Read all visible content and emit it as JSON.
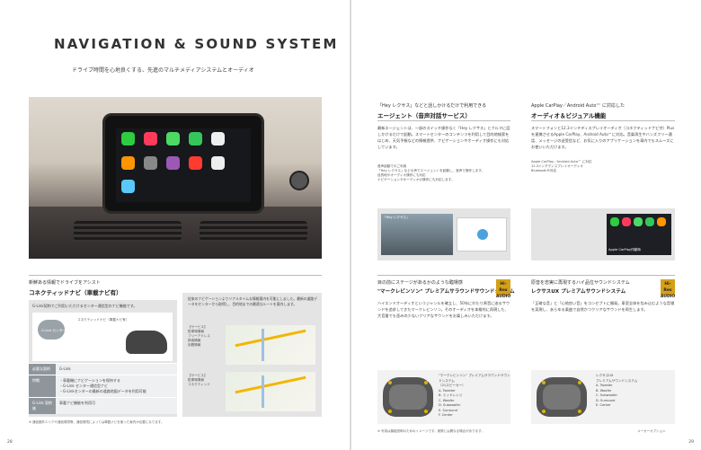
{
  "left_page": {
    "title": "NAVIGATION & SOUND SYSTEM",
    "subtitle": "ドライブ時間を心地良くする、先進のマルチメディアシステムとオーディオ",
    "nav_section": {
      "head": "新鮮ある情報でドライブをアシスト",
      "title": "コネクティッドナビ（車載ナビ有）",
      "lead": "G-Link契約でご利用いただけるセンター通信型のナビ機能です。",
      "diagram_label_1": "コネクティッドナビ（車載ナビ有）",
      "diagram_label_2": "G-Link センター",
      "table": [
        {
          "h": "必要な契約",
          "v": "G-Link"
        },
        {
          "h": "特徴",
          "v": "・車載機にナビゲーションを保持する\n・G-Link センター通信型ナビ\n・G-Linkセンターの最新の道路地図データを利用可能"
        },
        {
          "h": "G-Link 契約後",
          "v": "車載ナビ機能を利用可"
        }
      ],
      "desc": "従来のナビゲーションよりリアルタイムな情報案内を可能にしました。最新の道路データをセンターから取得し、目的地までの最適なルートを案内します。",
      "panel_1": {
        "title": "【サービス】",
        "items": [
          "駐車場情報",
          "フリーアドレス",
          "検索情報",
          "到着情報"
        ]
      },
      "panel_2": {
        "title": "【サービス】",
        "items": [
          "駐車場情報",
          "コネクティッド"
        ]
      }
    },
    "page_number": "28",
    "footnote": "※ 通信圏外エリアや通信環境等、通信環境によっては車載ナビを使った案内が必要になります。"
  },
  "right_page": {
    "agent": {
      "head": "「Hey レクサス」などと話しかけるだけで利用できる",
      "title": "エージェント（音声対話サービス）",
      "body": "最新エージェントは、一部のスイッチ操作なく「Hey レクサス」とクルマに話しかけるだけで起動。スマートセンターのコンテンツを利用して目的地検索をはじめ、天気予報などの情報提供、ナビゲーションやオーディオ操作にも対応しています。",
      "notes": [
        "音声起動でのご利用",
        "「Hey レクサス」などの声でエージェントを起動し、音声で操作します。",
        "目的地やオーディオ操作にも対応",
        "ナビゲーションやオーディオの操作にも対応します。"
      ],
      "screen_caption": "「Hey レクサス」"
    },
    "carplay": {
      "head": "Apple CarPlay／Android Auto™ に対応した",
      "title": "オーディオ＆ビジュアル機能",
      "body": "スマートフォンと12.3インチディスプレイオーディオ（コネクティッドナビ付）Plusを連携させるApple CarPlay、Android Auto™に対応。音楽再生やハンズフリー通話、メッセージの送受信など、お気に入りのアプリケーションを車内でもスムーズにお使いいただけます。",
      "list": [
        "Apple CarPlay／Android Auto™ に対応",
        "12.3インチディスプレイオーディオ",
        "Bluetooth®対応"
      ],
      "screen_caption": "Apple CarPlay作動時"
    },
    "mark_sound": {
      "head": "目の前にステージがあるかのような臨場感",
      "title": "\"マークレビンソン\" プレミアムサラウンドサウンドシステム",
      "badge": "Hi-Res AUDIO",
      "body": "ハイエンドオーディオというジャンルを確立し、50年にわたり原音に迫るサウンドを追求してきたマークレビンソン。そのオーディオを本格的に再現した、大音量でも歪みの少ないクリアなサウンドをお楽しみいただけます。",
      "diagram_title": "\"マークレビンソン\" プレミアムサラウンドサウンドシステム",
      "diagram_sub": "（21スピーカー）",
      "legend": [
        "A. Tweeter",
        "B. ミッドレンジ",
        "C. Woofer",
        "D. Subwoofer",
        "E. Surround",
        "F. Center"
      ]
    },
    "lexus_sound": {
      "head": "原音を忠実に再現するハイ品位サウンドシステム",
      "title": "レクサスUX プレミアムサウンドシステム",
      "badge": "Hi-Res AUDIO",
      "body": "「正確な音」と「心地良い音」をコンセプトに開発。車室全体を包み込むような音場を実現し、あらゆる楽曲で自然かつクリアなサウンドを再生します。",
      "diagram_title": "レクサスUX",
      "diagram_sub": "プレミアムサウンドシステム",
      "legend": [
        "A. Tweeter",
        "B. Woofer",
        "C. Subwoofer",
        "D. Surround",
        "E. Center"
      ]
    },
    "page_number": "29",
    "footer_right": "メーカーオプション",
    "footnote": "※ 写真は機能説明のためのイメージです。実際とは異なる場合があります。"
  }
}
